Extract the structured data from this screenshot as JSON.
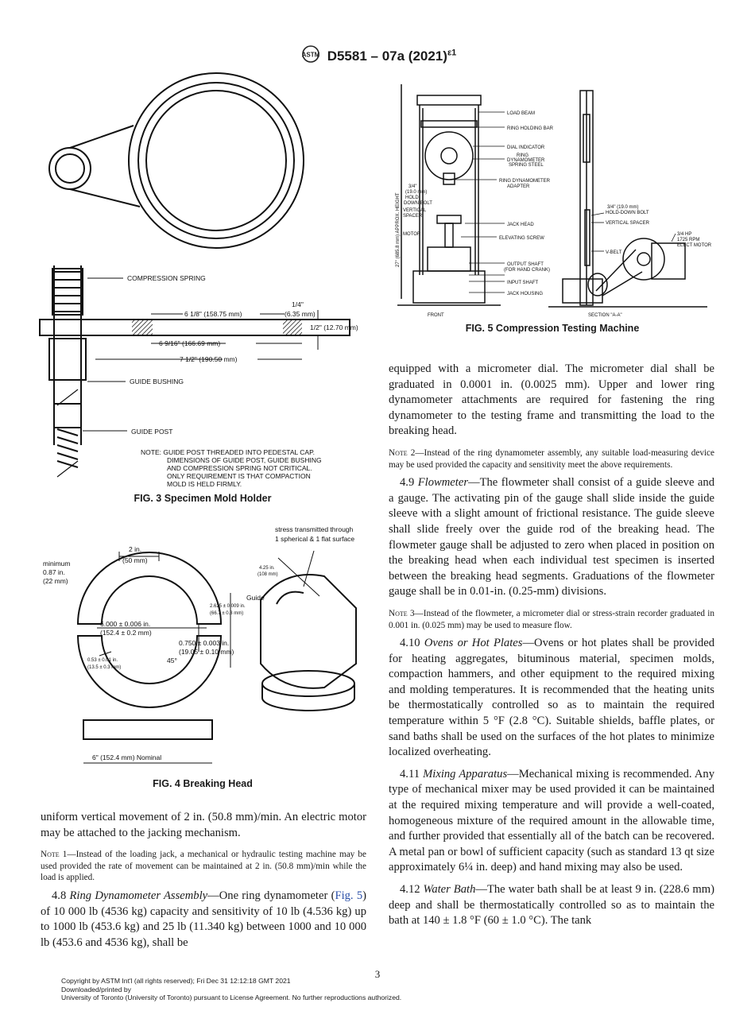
{
  "header": {
    "standard": "D5581 – 07a (2021)",
    "superscript": "ε1",
    "logo": "astm-logo"
  },
  "fig3": {
    "caption": "FIG. 3 Specimen Mold Holder",
    "labels": {
      "compression_spring": "COMPRESSION SPRING",
      "guide_bushing": "GUIDE BUSHING",
      "guide_post": "GUIDE POST",
      "dim1": "6 1/8\" (158.75 mm)",
      "dim2": "1/4\"",
      "dim2b": "(6.35 mm)",
      "dim3": "1/2\" (12.70 mm)",
      "dim4": "6 9/16\" (166.69 mm)",
      "dim5": "7 1/2\" (190.50 mm)"
    },
    "note_lines": [
      "NOTE: GUIDE POST THREADED INTO PEDESTAL CAP.",
      "DIMENSIONS OF GUIDE POST, GUIDE BUSHING",
      "AND COMPRESSION SPRING NOT CRITICAL.",
      "ONLY REQUIREMENT IS THAT COMPACTION",
      "MOLD IS HELD FIRMLY."
    ]
  },
  "fig4": {
    "caption": "FIG. 4  Breaking Head",
    "labels": {
      "stress1": "stress transmitted through",
      "stress2": "1 spherical & 1 flat surface",
      "two_in": "2 in.",
      "two_mm": "(50 mm)",
      "min1": "minimum",
      "min2": "0.87 in.",
      "min3": "(22 mm)",
      "d425a": "4.25 in.",
      "d425b": "(108 mm)",
      "guide": "Guide",
      "d2625a": "2.625 ± 0.009 in.",
      "d2625b": "(66.7 ± 0.3 mm)",
      "d6a": "6.000 ± 0.006 in.",
      "d6b": "(152.4 ± 0.2 mm)",
      "d075a": "0.750 ± 0.003 in.",
      "d075b": "(19.05 ± 0.10 mm)",
      "d053a": "0.53 ± 0.01 in.",
      "d053b": "(13.5 ± 0.3 mm)",
      "angle": "45°",
      "nominal": "6\" (152.4 mm) Nominal"
    }
  },
  "fig5": {
    "caption": "FIG. 5 Compression Testing Machine",
    "labels": {
      "load_beam": "LOAD BEAM",
      "ring_holding_bar": "RING HOLDING BAR",
      "dial_indicator": "DIAL INDICATOR",
      "ring1": "RING",
      "ring2": "DYNAMOMETER",
      "ring3": "SPRING STEEL",
      "ring_adapter1": "RING DYNAMOMETER",
      "ring_adapter2": "ADAPTER",
      "hold1": "3/4\" (19.0 mm)",
      "hold2": "HOLD-DOWN BOLT",
      "vertical_spacer": "VERTICAL SPACER",
      "jack_head": "JACK HEAD",
      "elevating_screw": "ELEVATING SCREW",
      "vbelt": "V-BELT",
      "motor1": "3/4 HP",
      "motor2": "1725 RPM",
      "motor3": "ELECT MOTOR",
      "output1": "OUTPUT SHAFT",
      "output2": "(FOR HAND CRANK)",
      "input_shaft": "INPUT SHAFT",
      "jack_housing": "JACK HOUSING",
      "front": "FRONT",
      "section": "SECTION \"A-A\"",
      "height": "27\" (685.8 mm) APPROX. HEIGHT",
      "left_vs1": "VERTICAL",
      "left_vs2": "SPACER",
      "left_motor": "MOTOR",
      "left_hd1": "3/4\"",
      "left_hd2": "(19.0 mm)",
      "left_hd3": "HOLD",
      "left_hd4": "DOWN BOLT"
    }
  },
  "left_text": {
    "p1": "uniform vertical movement of 2 in. (50.8 mm)/min. An electric motor may be attached to the jacking mechanism.",
    "note1_label": "Note 1",
    "note1": "—Instead of the loading jack, a mechanical or hydraulic testing machine may be used provided the rate of movement can be maintained at 2 in. (50.8 mm)/min while the load is applied.",
    "p48_num": "4.8",
    "p48_title": "Ring Dynamometer Assembly",
    "p48_a": "—One ring dynamometer (",
    "p48_link": "Fig. 5",
    "p48_b": ") of 10 000 lb (4536 kg) capacity and sensitivity of 10 lb (4.536 kg) up to 1000 lb (453.6 kg) and 25 lb (11.340 kg) between 1000 and 10 000 lb (453.6 and 4536 kg), shall be"
  },
  "right_text": {
    "p1": "equipped with a micrometer dial. The micrometer dial shall be graduated in 0.0001 in. (0.0025 mm). Upper and lower ring dynamometer attachments are required for fastening the ring dynamometer to the testing frame and transmitting the load to the breaking head.",
    "note2_label": "Note 2",
    "note2": "—Instead of the ring dynamometer assembly, any suitable load-measuring device may be used provided the capacity and sensitivity meet the above requirements.",
    "p49_num": "4.9",
    "p49_title": "Flowmeter",
    "p49": "—The flowmeter shall consist of a guide sleeve and a gauge. The activating pin of the gauge shall slide inside the guide sleeve with a slight amount of frictional resistance. The guide sleeve shall slide freely over the guide rod of the breaking head. The flowmeter gauge shall be adjusted to zero when placed in position on the breaking head when each individual test specimen is inserted between the breaking head segments. Graduations of the flowmeter gauge shall be in 0.01-in. (0.25-mm) divisions.",
    "note3_label": "Note 3",
    "note3": "—Instead of the flowmeter, a micrometer dial or stress-strain recorder graduated in 0.001 in. (0.025 mm) may be used to measure flow.",
    "p410_num": "4.10",
    "p410_title": "Ovens or Hot Plates",
    "p410": "—Ovens or hot plates shall be provided for heating aggregates, bituminous material, specimen molds, compaction hammers, and other equipment to the required mixing and molding temperatures. It is recommended that the heating units be thermostatically controlled so as to maintain the required temperature within 5 °F (2.8 °C). Suitable shields, baffle plates, or sand baths shall be used on the surfaces of the hot plates to minimize localized overheating.",
    "p411_num": "4.11",
    "p411_title": "Mixing Apparatus",
    "p411": "—Mechanical mixing is recommended. Any type of mechanical mixer may be used provided it can be maintained at the required mixing temperature and will provide a well-coated, homogeneous mixture of the required amount in the allowable time, and further provided that essentially all of the batch can be recovered. A metal pan or bowl of sufficient capacity (such as standard 13 qt size approximately 6¼ in. deep) and hand mixing may also be used.",
    "p412_num": "4.12",
    "p412_title": "Water Bath",
    "p412": "—The water bath shall be at least 9 in. (228.6 mm) deep and shall be thermostatically controlled so as to maintain the bath at 140 ± 1.8 °F (60 ± 1.0 °C). The tank"
  },
  "page_number": "3",
  "footer": {
    "line1": "Copyright by ASTM Int'l (all rights reserved); Fri Dec 31 12:12:18 GMT 2021",
    "line2": "Downloaded/printed by",
    "line3": "University of Toronto (University of Toronto) pursuant to License Agreement. No further reproductions authorized."
  }
}
